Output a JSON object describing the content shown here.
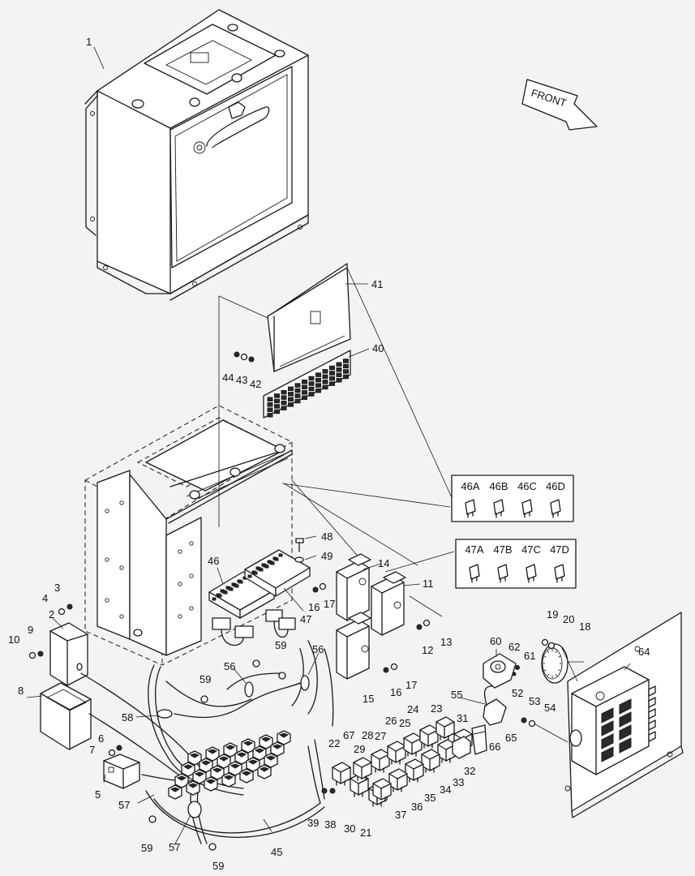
{
  "front_label": "FRONT",
  "fuse_groups": [
    {
      "labels": [
        "46A",
        "46B",
        "46C",
        "46D"
      ]
    },
    {
      "labels": [
        "47A",
        "47B",
        "47C",
        "47D"
      ]
    }
  ],
  "callouts": [
    {
      "id": "c1",
      "text": "1"
    },
    {
      "id": "c2",
      "text": "2"
    },
    {
      "id": "c3",
      "text": "3"
    },
    {
      "id": "c4",
      "text": "4"
    },
    {
      "id": "c5",
      "text": "5"
    },
    {
      "id": "c6",
      "text": "6"
    },
    {
      "id": "c7",
      "text": "7"
    },
    {
      "id": "c8",
      "text": "8"
    },
    {
      "id": "c9",
      "text": "9"
    },
    {
      "id": "c10",
      "text": "10"
    },
    {
      "id": "c11",
      "text": "11"
    },
    {
      "id": "c12",
      "text": "12"
    },
    {
      "id": "c13",
      "text": "13"
    },
    {
      "id": "c14",
      "text": "14"
    },
    {
      "id": "c15",
      "text": "15"
    },
    {
      "id": "c16a",
      "text": "16"
    },
    {
      "id": "c16b",
      "text": "16"
    },
    {
      "id": "c17a",
      "text": "17"
    },
    {
      "id": "c17b",
      "text": "17"
    },
    {
      "id": "c18",
      "text": "18"
    },
    {
      "id": "c19",
      "text": "19"
    },
    {
      "id": "c20",
      "text": "20"
    },
    {
      "id": "c21",
      "text": "21"
    },
    {
      "id": "c22",
      "text": "22"
    },
    {
      "id": "c23",
      "text": "23"
    },
    {
      "id": "c24",
      "text": "24"
    },
    {
      "id": "c25",
      "text": "25"
    },
    {
      "id": "c26",
      "text": "26"
    },
    {
      "id": "c27",
      "text": "27"
    },
    {
      "id": "c28",
      "text": "28"
    },
    {
      "id": "c29",
      "text": "29"
    },
    {
      "id": "c30",
      "text": "30"
    },
    {
      "id": "c31",
      "text": "31"
    },
    {
      "id": "c32",
      "text": "32"
    },
    {
      "id": "c33",
      "text": "33"
    },
    {
      "id": "c34",
      "text": "34"
    },
    {
      "id": "c35",
      "text": "35"
    },
    {
      "id": "c36",
      "text": "36"
    },
    {
      "id": "c37",
      "text": "37"
    },
    {
      "id": "c38",
      "text": "38"
    },
    {
      "id": "c39",
      "text": "39"
    },
    {
      "id": "c40",
      "text": "40"
    },
    {
      "id": "c41",
      "text": "41"
    },
    {
      "id": "c42",
      "text": "42"
    },
    {
      "id": "c43",
      "text": "43"
    },
    {
      "id": "c44",
      "text": "44"
    },
    {
      "id": "c45",
      "text": "45"
    },
    {
      "id": "c46",
      "text": "46"
    },
    {
      "id": "c47",
      "text": "47"
    },
    {
      "id": "c48",
      "text": "48"
    },
    {
      "id": "c49",
      "text": "49"
    },
    {
      "id": "c52",
      "text": "52"
    },
    {
      "id": "c53",
      "text": "53"
    },
    {
      "id": "c54",
      "text": "54"
    },
    {
      "id": "c55",
      "text": "55"
    },
    {
      "id": "c56a",
      "text": "56"
    },
    {
      "id": "c56b",
      "text": "56"
    },
    {
      "id": "c57a",
      "text": "57"
    },
    {
      "id": "c57b",
      "text": "57"
    },
    {
      "id": "c58",
      "text": "58"
    },
    {
      "id": "c59a",
      "text": "59"
    },
    {
      "id": "c59b",
      "text": "59"
    },
    {
      "id": "c59c",
      "text": "59"
    },
    {
      "id": "c59d",
      "text": "59"
    },
    {
      "id": "c60",
      "text": "60"
    },
    {
      "id": "c61",
      "text": "61"
    },
    {
      "id": "c62",
      "text": "62"
    },
    {
      "id": "c64",
      "text": "64"
    },
    {
      "id": "c65",
      "text": "65"
    },
    {
      "id": "c66",
      "text": "66"
    },
    {
      "id": "c67",
      "text": "67"
    }
  ]
}
